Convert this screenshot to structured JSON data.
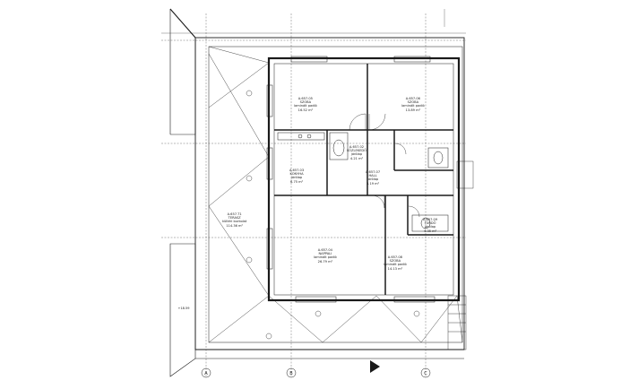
{
  "drawing": {
    "line_color": "#1a1a1a",
    "background": "#ffffff"
  },
  "rooms": [
    {
      "id": "room-01",
      "code": "A.657.05",
      "name": "SZOBA",
      "floor": "laminált padló",
      "area": "16.52 m²"
    },
    {
      "id": "room-02",
      "code": "A.657.06",
      "name": "SZOBA",
      "floor": "laminált padló",
      "area": "13.89 m²"
    },
    {
      "id": "room-03",
      "code": "A.657.02",
      "name": "KÖZLEKEDŐ",
      "floor": "járólap",
      "area": "4.21 m²"
    },
    {
      "id": "room-04",
      "code": "A.657.03",
      "name": "KONYHA",
      "floor": "járólap",
      "area": "6.75 m²"
    },
    {
      "id": "room-05",
      "code": "A.657.07",
      "name": "HALL",
      "floor": "járólap",
      "area": "3.19 m²"
    },
    {
      "id": "room-06",
      "code": "A.657.04",
      "name": "NAPPALI",
      "floor": "laminált padló",
      "area": "26.79 m²"
    },
    {
      "id": "room-07",
      "code": "A.657.08",
      "name": "SZOBA",
      "floor": "laminált padló",
      "area": "14.13 m²"
    },
    {
      "id": "room-08",
      "code": "A.657.09",
      "name": "FÜRDŐ",
      "floor": "járólap",
      "area": "4.35 m²"
    },
    {
      "id": "room-09",
      "code": "A.657.T1",
      "name": "TERASZ",
      "floor": "kültéri burkolat",
      "area": "114.36 m²"
    }
  ],
  "grid_axes": [
    "A",
    "B",
    "C"
  ],
  "level_mark": "+18.59"
}
